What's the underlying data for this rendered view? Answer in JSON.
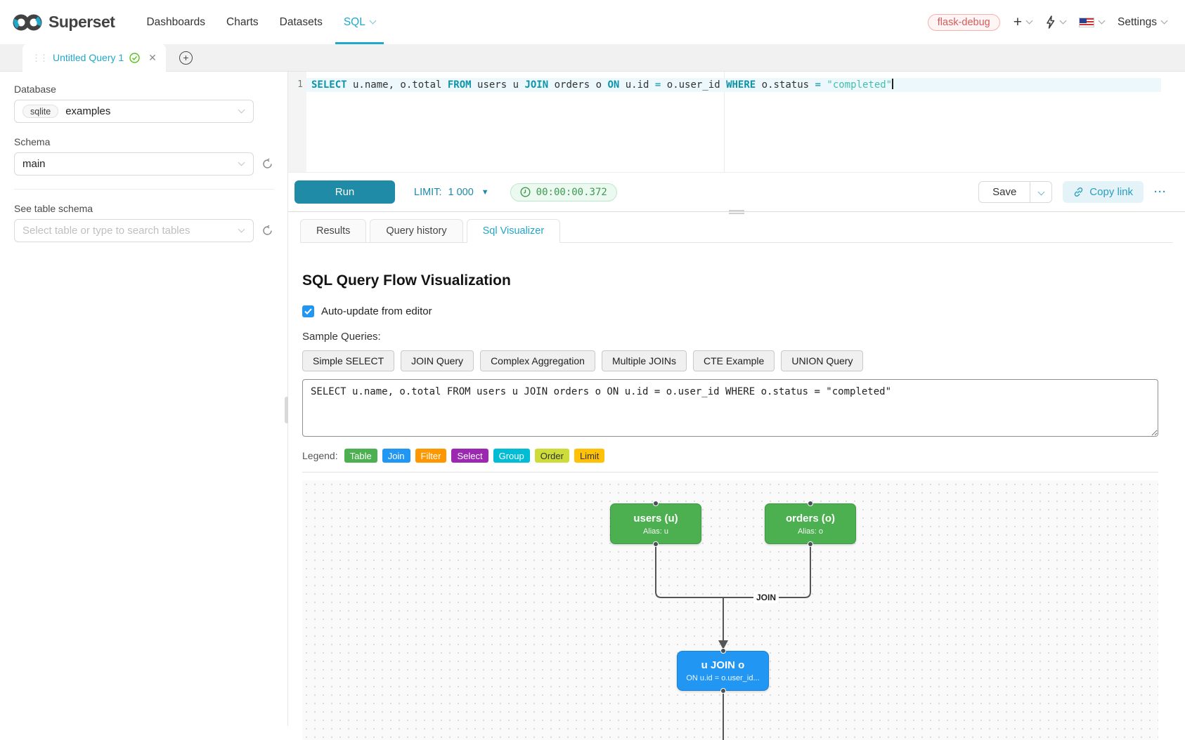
{
  "navbar": {
    "brand": "Superset",
    "items": [
      {
        "label": "Dashboards"
      },
      {
        "label": "Charts"
      },
      {
        "label": "Datasets"
      },
      {
        "label": "SQL",
        "active": true,
        "has_caret": true
      }
    ],
    "env_badge": "flask-debug",
    "settings_label": "Settings"
  },
  "tab_strip": {
    "active_tab_title": "Untitled Query 1"
  },
  "sidebar": {
    "database_label": "Database",
    "database_engine": "sqlite",
    "database_name": "examples",
    "schema_label": "Schema",
    "schema_value": "main",
    "table_section_label": "See table schema",
    "table_placeholder": "Select table or type to search tables"
  },
  "editor": {
    "line_number": "1",
    "sql_tokens": [
      {
        "text": "SELECT",
        "type": "kw"
      },
      {
        "text": " u.name, o.total ",
        "type": "txt"
      },
      {
        "text": "FROM",
        "type": "kw"
      },
      {
        "text": " users u ",
        "type": "txt"
      },
      {
        "text": "JOIN",
        "type": "kw"
      },
      {
        "text": " orders o ",
        "type": "txt"
      },
      {
        "text": "ON",
        "type": "kw"
      },
      {
        "text": " u.id ",
        "type": "txt"
      },
      {
        "text": "=",
        "type": "op"
      },
      {
        "text": " o.user_id ",
        "type": "txt"
      },
      {
        "text": "WHERE",
        "type": "kw"
      },
      {
        "text": " o.status ",
        "type": "txt"
      },
      {
        "text": "=",
        "type": "op"
      },
      {
        "text": " ",
        "type": "txt"
      },
      {
        "text": "\"completed\"",
        "type": "str"
      }
    ]
  },
  "toolbar": {
    "run_label": "Run",
    "limit_label": "LIMIT:",
    "limit_value": "1 000",
    "limit_caret": "▼",
    "timer_value": "00:00:00.372",
    "save_label": "Save",
    "copy_link_label": "Copy link",
    "more_label": "···"
  },
  "south_tabs": [
    {
      "label": "Results"
    },
    {
      "label": "Query history"
    },
    {
      "label": "Sql Visualizer",
      "active": true
    }
  ],
  "visualizer": {
    "title": "SQL Query Flow Visualization",
    "auto_update_label": "Auto-update from editor",
    "sample_queries_label": "Sample Queries:",
    "sample_buttons": [
      "Simple SELECT",
      "JOIN Query",
      "Complex Aggregation",
      "Multiple JOINs",
      "CTE Example",
      "UNION Query"
    ],
    "query_text": "SELECT u.name, o.total FROM users u JOIN orders o ON u.id = o.user_id WHERE o.status = \"completed\"",
    "legend_label": "Legend:",
    "legend_items": [
      {
        "label": "Table",
        "color": "#4CAF50",
        "text": "#ffffff"
      },
      {
        "label": "Join",
        "color": "#2196F3",
        "text": "#ffffff"
      },
      {
        "label": "Filter",
        "color": "#FF9800",
        "text": "#ffffff"
      },
      {
        "label": "Select",
        "color": "#9C27B0",
        "text": "#ffffff"
      },
      {
        "label": "Group",
        "color": "#00BCD4",
        "text": "#ffffff"
      },
      {
        "label": "Order",
        "color": "#CDDC39",
        "text": "#333333"
      },
      {
        "label": "Limit",
        "color": "#FFC107",
        "text": "#333333"
      }
    ],
    "flow": {
      "join_edge_label": "JOIN",
      "nodes": [
        {
          "title": "users (u)",
          "subtitle": "Alias: u"
        },
        {
          "title": "orders (o)",
          "subtitle": "Alias: o"
        },
        {
          "title": "u JOIN o",
          "subtitle": "ON u.id = o.user_id..."
        }
      ]
    }
  }
}
